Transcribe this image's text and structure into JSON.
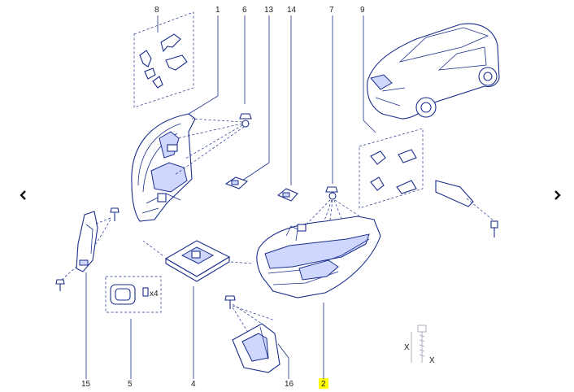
{
  "diagram": {
    "callouts": [
      {
        "id": "c1",
        "label": "1"
      },
      {
        "id": "c2",
        "label": "2",
        "highlighted": true
      },
      {
        "id": "c4",
        "label": "4"
      },
      {
        "id": "c5",
        "label": "5"
      },
      {
        "id": "c6",
        "label": "6"
      },
      {
        "id": "c7",
        "label": "7"
      },
      {
        "id": "c8",
        "label": "8"
      },
      {
        "id": "c9",
        "label": "9"
      },
      {
        "id": "c13",
        "label": "13"
      },
      {
        "id": "c14",
        "label": "14"
      },
      {
        "id": "c15",
        "label": "15"
      },
      {
        "id": "c16",
        "label": "16"
      }
    ],
    "gasket_quantity": "x4",
    "dimension_label": "X",
    "highlight_color": "#ffff00",
    "line_color": "#1a2e8c"
  },
  "nav": {
    "prev_icon": "chevron-left-icon",
    "next_icon": "chevron-right-icon"
  }
}
